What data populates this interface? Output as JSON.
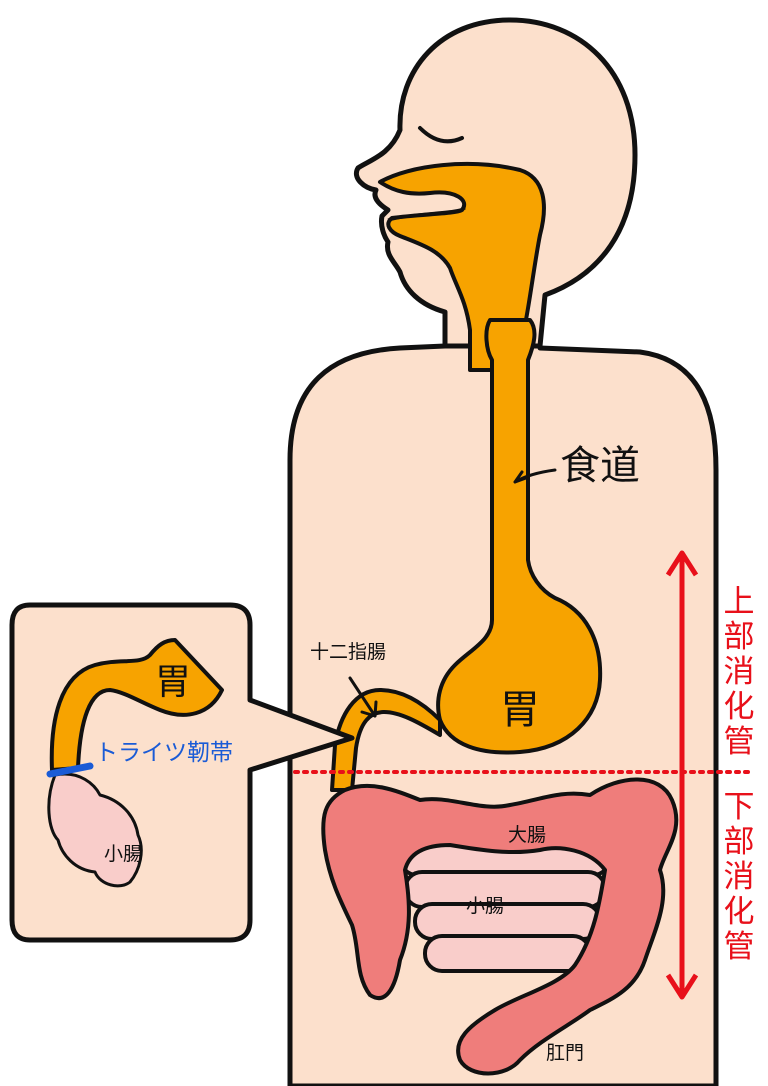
{
  "labels": {
    "esophagus": "食道",
    "stomach": "胃",
    "duodenum": "十二指腸",
    "large_intestine": "大腸",
    "small_intestine": "小腸",
    "anus": "肛門",
    "upper_gi_tract": "上部消化管",
    "lower_gi_tract": "下部消化管"
  },
  "inset": {
    "stomach": "胃",
    "ligament_of_treitz": "トライツ靭帯",
    "small_intestine": "小腸"
  },
  "colors": {
    "skin": "#fce0cc",
    "digestive_tract": "#f7a300",
    "large_intestine": "#ef7d7b",
    "small_intestine": "#f9cdca",
    "boundary_line": "#e8101a",
    "ligament": "#1a5bd6",
    "outline": "#111111"
  }
}
